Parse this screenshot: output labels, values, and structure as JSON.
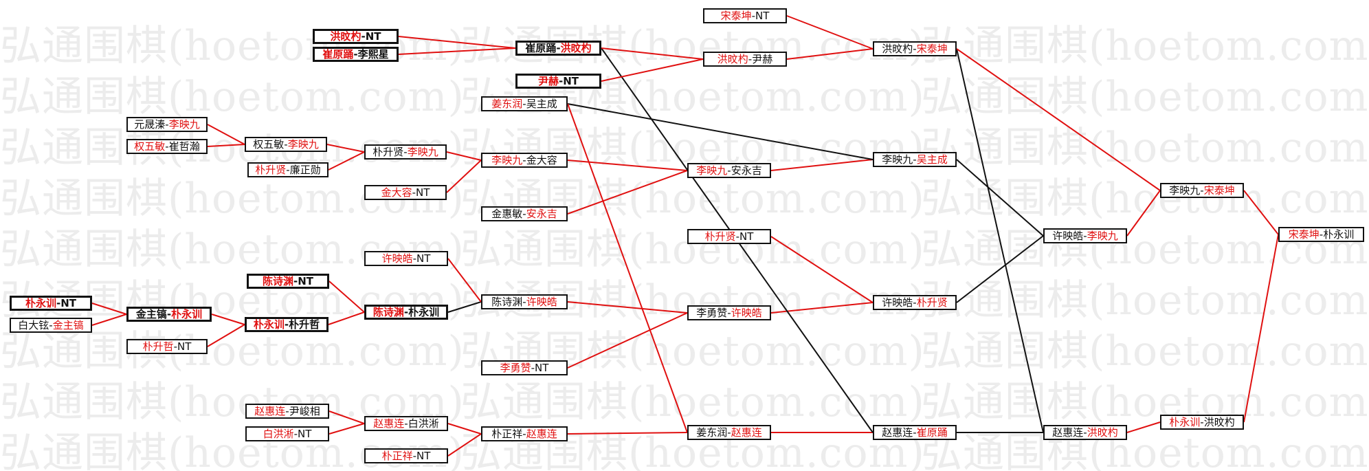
{
  "watermark": "弘通围棋(hoetom.com)",
  "colors": {
    "winner": "#e01010",
    "normal": "#111111",
    "red_link": "#e01010",
    "black_link": "#111111"
  },
  "matches": [
    {
      "id": "m1",
      "sep": "-",
      "p1": "洪旼杓",
      "p2": "NT",
      "winner": 1
    },
    {
      "id": "m2",
      "sep": "-",
      "p1": "崔原踊",
      "p2": "李熙星",
      "winner": 1
    },
    {
      "id": "m3",
      "sep": "-",
      "p1": "元晟溱",
      "p2": "李映九",
      "winner": 2
    },
    {
      "id": "m4",
      "sep": "-",
      "p1": "权五敏",
      "p2": "崔哲瀚",
      "winner": 1
    },
    {
      "id": "m5",
      "sep": "-",
      "p1": "朴升贤",
      "p2": "廉正勋",
      "winner": 1
    },
    {
      "id": "m6",
      "sep": "-",
      "p1": "朴永训",
      "p2": "NT",
      "winner": 1
    },
    {
      "id": "m7",
      "sep": "-",
      "p1": "白大铉",
      "p2": "金主镐",
      "winner": 2
    },
    {
      "id": "m8",
      "sep": "-",
      "p1": "陈诗渊",
      "p2": "NT",
      "winner": 1
    },
    {
      "id": "m9",
      "sep": "-",
      "p1": "朴升哲",
      "p2": "NT",
      "winner": 1
    },
    {
      "id": "m10",
      "sep": "-",
      "p1": "赵惠连",
      "p2": "尹峻相",
      "winner": 1
    },
    {
      "id": "m11",
      "sep": "-",
      "p1": "白洪淅",
      "p2": "NT",
      "winner": 1
    },
    {
      "id": "m12",
      "sep": "-",
      "p1": "权五敏",
      "p2": "李映九",
      "winner": 2
    },
    {
      "id": "m13",
      "sep": "-",
      "p1": "金主镐",
      "p2": "朴永训",
      "winner": 2
    },
    {
      "id": "m14",
      "sep": "-",
      "p1": "朴永训",
      "p2": "朴升哲",
      "winner": 1
    },
    {
      "id": "m15",
      "sep": "-",
      "p1": "崔原踊",
      "p2": "洪旼杓",
      "winner": 2
    },
    {
      "id": "m16",
      "sep": "-",
      "p1": "尹赫",
      "p2": "NT",
      "winner": 1
    },
    {
      "id": "m17",
      "sep": "-",
      "p1": "朴升贤",
      "p2": "李映九",
      "winner": 2
    },
    {
      "id": "m18",
      "sep": "-",
      "p1": "金大容",
      "p2": "NT",
      "winner": 1
    },
    {
      "id": "m19",
      "sep": "-",
      "p1": "许映皓",
      "p2": "NT",
      "winner": 1
    },
    {
      "id": "m20",
      "sep": "-",
      "p1": "陈诗渊",
      "p2": "朴永训",
      "winner": 1
    },
    {
      "id": "m21",
      "sep": "-",
      "p1": "赵惠连",
      "p2": "白洪淅",
      "winner": 1
    },
    {
      "id": "m22",
      "sep": "-",
      "p1": "朴正祥",
      "p2": "NT",
      "winner": 1
    },
    {
      "id": "m23",
      "sep": "-",
      "p1": "姜东润",
      "p2": "吴主成",
      "winner": 1
    },
    {
      "id": "m24",
      "sep": "-",
      "p1": "李映九",
      "p2": "金大容",
      "winner": 1
    },
    {
      "id": "m25",
      "sep": "-",
      "p1": "金惠敏",
      "p2": "安永吉",
      "winner": 2
    },
    {
      "id": "m26",
      "sep": "-",
      "p1": "陈诗渊",
      "p2": "许映皓",
      "winner": 2
    },
    {
      "id": "m27",
      "sep": "-",
      "p1": "李勇赞",
      "p2": "NT",
      "winner": 1
    },
    {
      "id": "m28",
      "sep": "-",
      "p1": "朴正祥",
      "p2": "赵惠连",
      "winner": 2
    },
    {
      "id": "m29",
      "sep": "-",
      "p1": "宋泰坤",
      "p2": "NT",
      "winner": 1
    },
    {
      "id": "m30",
      "sep": "-",
      "p1": "洪旼杓",
      "p2": "尹赫",
      "winner": 1
    },
    {
      "id": "m31",
      "sep": "-",
      "p1": "李映九",
      "p2": "安永吉",
      "winner": 1
    },
    {
      "id": "m32",
      "sep": "-",
      "p1": "朴升贤",
      "p2": "NT",
      "winner": 1
    },
    {
      "id": "m33",
      "sep": "-",
      "p1": "李勇赞",
      "p2": "许映皓",
      "winner": 2
    },
    {
      "id": "m34",
      "sep": "-",
      "p1": "姜东润",
      "p2": "赵惠连",
      "winner": 2
    },
    {
      "id": "m35",
      "sep": "-",
      "p1": "洪旼杓",
      "p2": "宋泰坤",
      "winner": 2
    },
    {
      "id": "m36",
      "sep": "-",
      "p1": "李映九",
      "p2": "吴主成",
      "winner": 2
    },
    {
      "id": "m37",
      "sep": "-",
      "p1": "许映皓",
      "p2": "朴升贤",
      "winner": 2
    },
    {
      "id": "m38",
      "sep": "-",
      "p1": "赵惠连",
      "p2": "崔原踊",
      "winner": 2
    },
    {
      "id": "m39",
      "sep": "-",
      "p1": "许映皓",
      "p2": "李映九",
      "winner": 2
    },
    {
      "id": "m40",
      "sep": "-",
      "p1": "赵惠连",
      "p2": "洪旼杓",
      "winner": 2
    },
    {
      "id": "m41",
      "sep": "-",
      "p1": "李映九",
      "p2": "宋泰坤",
      "winner": 2
    },
    {
      "id": "m42",
      "sep": "-",
      "p1": "朴永训",
      "p2": "洪旼杓",
      "winner": 1
    },
    {
      "id": "m43",
      "sep": "-",
      "p1": "宋泰坤",
      "p2": "朴永训",
      "winner": 1
    }
  ]
}
